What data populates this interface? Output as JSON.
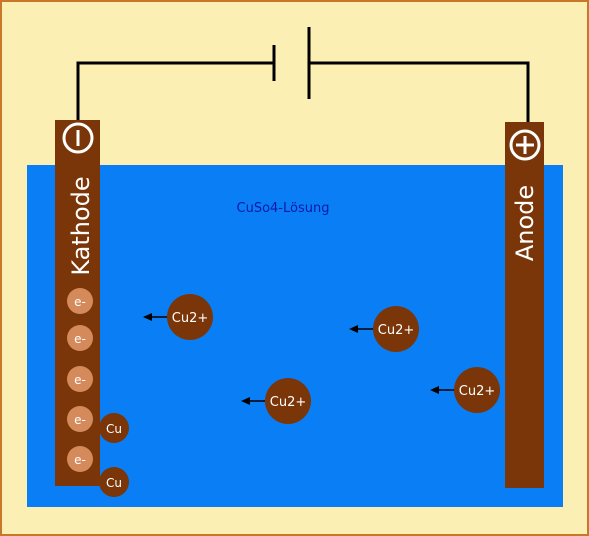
{
  "colors": {
    "background": "#fcefb4",
    "border": "#c8782a",
    "solution": "#0a7ff5",
    "electrode": "#7a3608",
    "ion": "#7a3608",
    "electron": "#d48a5a",
    "wire": "#000000",
    "label_text": "#ffffff",
    "solution_label": "#0a1aa8"
  },
  "solution": {
    "label": "CuSo4-Lösung"
  },
  "cathode": {
    "label": "Kathode",
    "sign_icon": "minus-circle-icon"
  },
  "anode": {
    "label": "Anode",
    "sign_icon": "plus-circle-icon"
  },
  "battery": {
    "icon": "battery-symbol-icon"
  },
  "electrons": [
    {
      "label": "e-"
    },
    {
      "label": "e-"
    },
    {
      "label": "e-"
    },
    {
      "label": "e-"
    },
    {
      "label": "e-"
    }
  ],
  "deposited": [
    {
      "label": "Cu"
    },
    {
      "label": "Cu"
    }
  ],
  "ions": [
    {
      "label": "Cu2+"
    },
    {
      "label": "Cu2+"
    },
    {
      "label": "Cu2+"
    },
    {
      "label": "Cu2+"
    }
  ]
}
